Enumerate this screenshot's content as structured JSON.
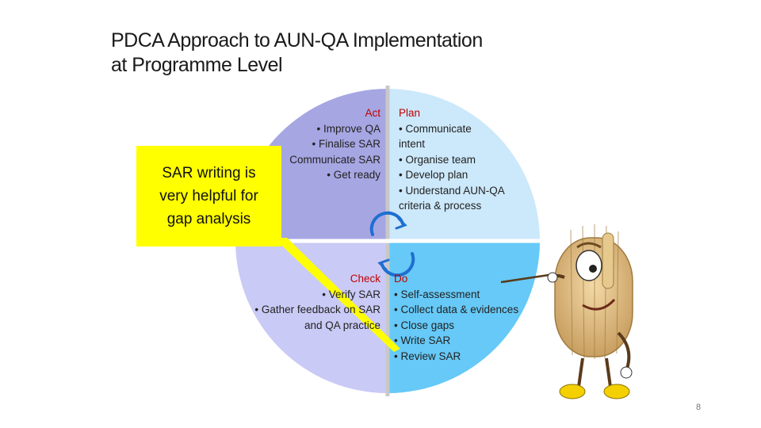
{
  "title": {
    "line1": "PDCA Approach to AUN-QA Implementation",
    "line2": "at Programme Level"
  },
  "quadrants": {
    "act": {
      "heading": "Act",
      "items": [
        "• Improve QA",
        "• Finalise SAR",
        "Communicate SAR",
        "• Get ready"
      ],
      "color": "#a6a6e3"
    },
    "plan": {
      "heading": "Plan",
      "items": [
        "• Communicate",
        "intent",
        "• Organise team",
        "• Develop plan",
        "• Understand AUN-QA",
        "criteria & process"
      ],
      "color": "#cce8fb"
    },
    "check": {
      "heading": "Check",
      "items": [
        "• Verify SAR",
        "• Gather feedback on SAR",
        "and QA practice"
      ],
      "color": "#cacaf6"
    },
    "do": {
      "heading": "Do",
      "items": [
        "• Self-assessment",
        "• Collect data & evidences",
        "• Close gaps",
        "• Write SAR",
        "• Review SAR"
      ],
      "color": "#66c9f7"
    }
  },
  "callout": {
    "lines": [
      "SAR writing is",
      "very helpful for",
      "gap analysis"
    ],
    "color": "#ffff00"
  },
  "cycle_arrow_color": "#1f6fd1",
  "mascot": "cartoon-brush-character",
  "page_number": "8"
}
